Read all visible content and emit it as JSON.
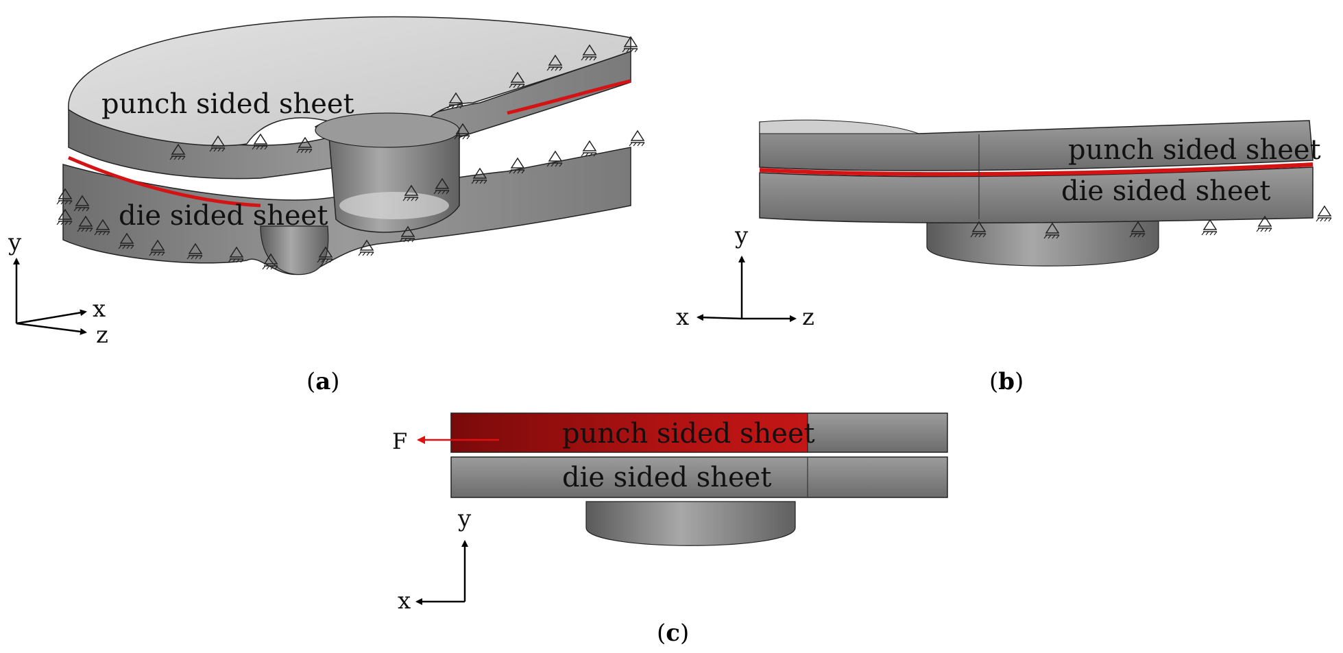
{
  "panels": {
    "a": {
      "caption_open": "(",
      "caption_letter": "a",
      "caption_close": ")",
      "punch_label": "punch sided sheet",
      "die_label": "die sided sheet",
      "axes": {
        "y": "y",
        "x": "x",
        "z": "z"
      }
    },
    "b": {
      "caption_open": "(",
      "caption_letter": "b",
      "caption_close": ")",
      "punch_label": "punch sided sheet",
      "die_label": "die sided sheet",
      "axes": {
        "y": "y",
        "x": "x",
        "z": "z"
      }
    },
    "c": {
      "caption_open": "(",
      "caption_letter": "c",
      "caption_close": ")",
      "punch_label": "punch sided sheet",
      "die_label": "die sided sheet",
      "force_label": "F",
      "axes": {
        "y": "y",
        "x": "x"
      }
    }
  },
  "colors": {
    "sheet_gray": "#8a8a8a",
    "sheet_light": "#cfcfcf",
    "interface_red": "#d41414",
    "punch_highlight_red": "#a01010",
    "force_arrow_red": "#e01010"
  }
}
